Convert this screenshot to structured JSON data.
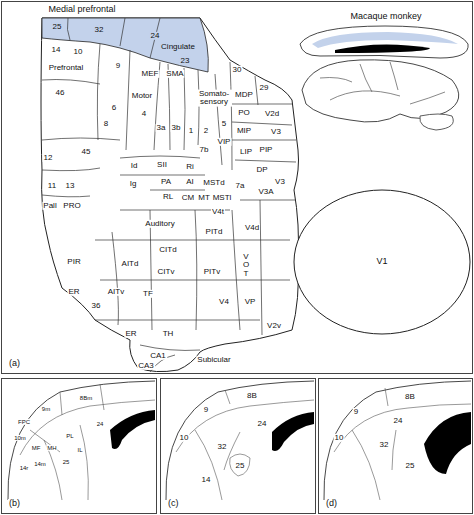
{
  "diagram": {
    "nodes": [
      {
        "text": [
          "(a)"
        ]
      },
      {
        "text": [
          "(b)"
        ]
      },
      {
        "text": [
          "(c)"
        ]
      },
      {
        "text": [
          "(d)"
        ]
      }
    ],
    "labels": [
      "Medial prefrontal",
      "Macaque monkey",
      "25",
      "32",
      "24",
      "Cingulate",
      "23",
      "14",
      "10",
      "9",
      "MEF",
      "SMA",
      "30",
      "29",
      "Prefrontal",
      "Motor",
      "MDP",
      "PO",
      "V2d",
      "46",
      "6",
      "4",
      "Somato- sensory",
      "MIP",
      "V3",
      "8",
      "3a",
      "3b",
      "1",
      "2",
      "5",
      "PIP",
      "VIP",
      "LIP",
      "7b",
      "12",
      "45",
      "DP",
      "V3",
      "Id",
      "SII",
      "Ri",
      "11",
      "13",
      "Ig",
      "PA",
      "AI",
      "7a",
      "V3A",
      "RL",
      "CM",
      "MSTd",
      "Pall",
      "PRO",
      "MT",
      "MSTl",
      "V4t",
      "Auditory",
      "PITd",
      "V4d",
      "CITd",
      "PIR",
      "AITd",
      "V O T",
      "PITv",
      "CITv",
      "V1",
      "AITv",
      "TF",
      "V4",
      "VP",
      "V2v",
      "ER",
      "36",
      "ER",
      "TH",
      "CA1",
      "Subicular",
      "CA3",
      "8Bm",
      "9m",
      "24",
      "FPC",
      "10m",
      "PL",
      "MF",
      "MH",
      "14m",
      "14r",
      "25",
      "IL",
      "8B",
      "9",
      "24",
      "10",
      "32",
      "25",
      "14",
      "8B",
      "9",
      "24",
      "10",
      "32",
      "25"
    ]
  }
}
